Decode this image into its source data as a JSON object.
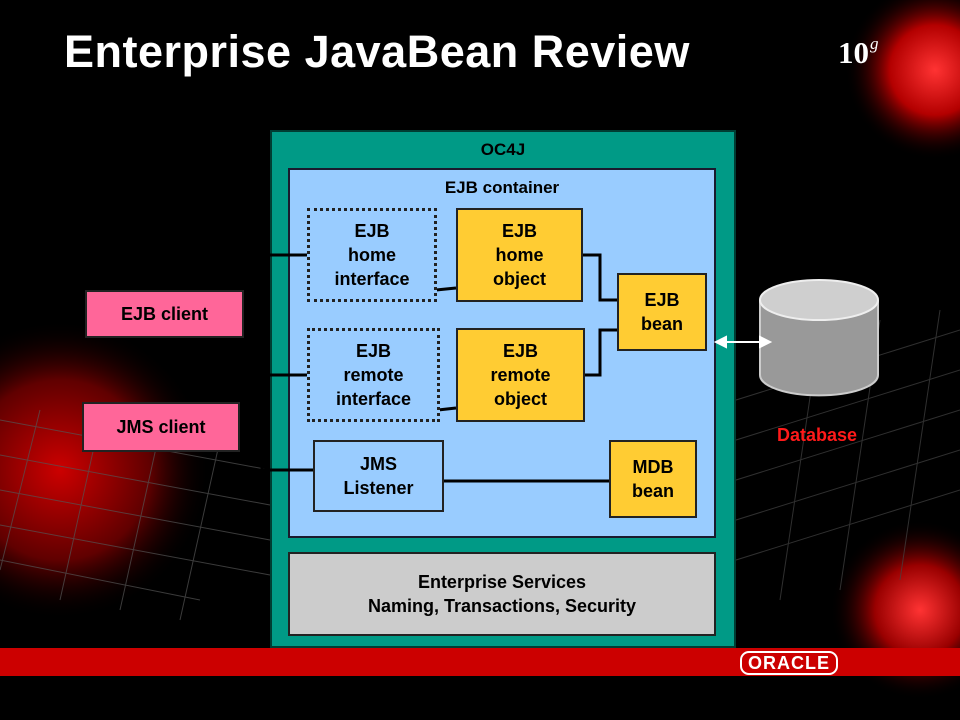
{
  "title": "Enterprise JavaBean Review",
  "logo": {
    "version": "10",
    "suffix": "g",
    "brand": "ORACLE"
  },
  "oc4j": {
    "label": "OC4J"
  },
  "ejb_container": {
    "label": "EJB container"
  },
  "components": {
    "ejb_home_interface": "EJB\nhome\ninterface",
    "ejb_home_object": "EJB\nhome\nobject",
    "ejb_bean": "EJB\nbean",
    "ejb_remote_interface": "EJB\nremote\ninterface",
    "ejb_remote_object": "EJB\nremote\nobject",
    "jms_listener": "JMS\nListener",
    "mdb_bean": "MDB\nbean"
  },
  "clients": {
    "ejb_client": "EJB client",
    "jms_client": "JMS client"
  },
  "services": {
    "line1": "Enterprise Services",
    "line2": "Naming, Transactions, Security"
  },
  "database": {
    "label": "Database"
  },
  "colors": {
    "background": "#000000",
    "oc4j": "#009a86",
    "container": "#99ccff",
    "bean": "#ffcc33",
    "client": "#ff6699",
    "services": "#cccccc",
    "database_label": "#ff1a1a",
    "oracle_bar": "#cc0000"
  }
}
